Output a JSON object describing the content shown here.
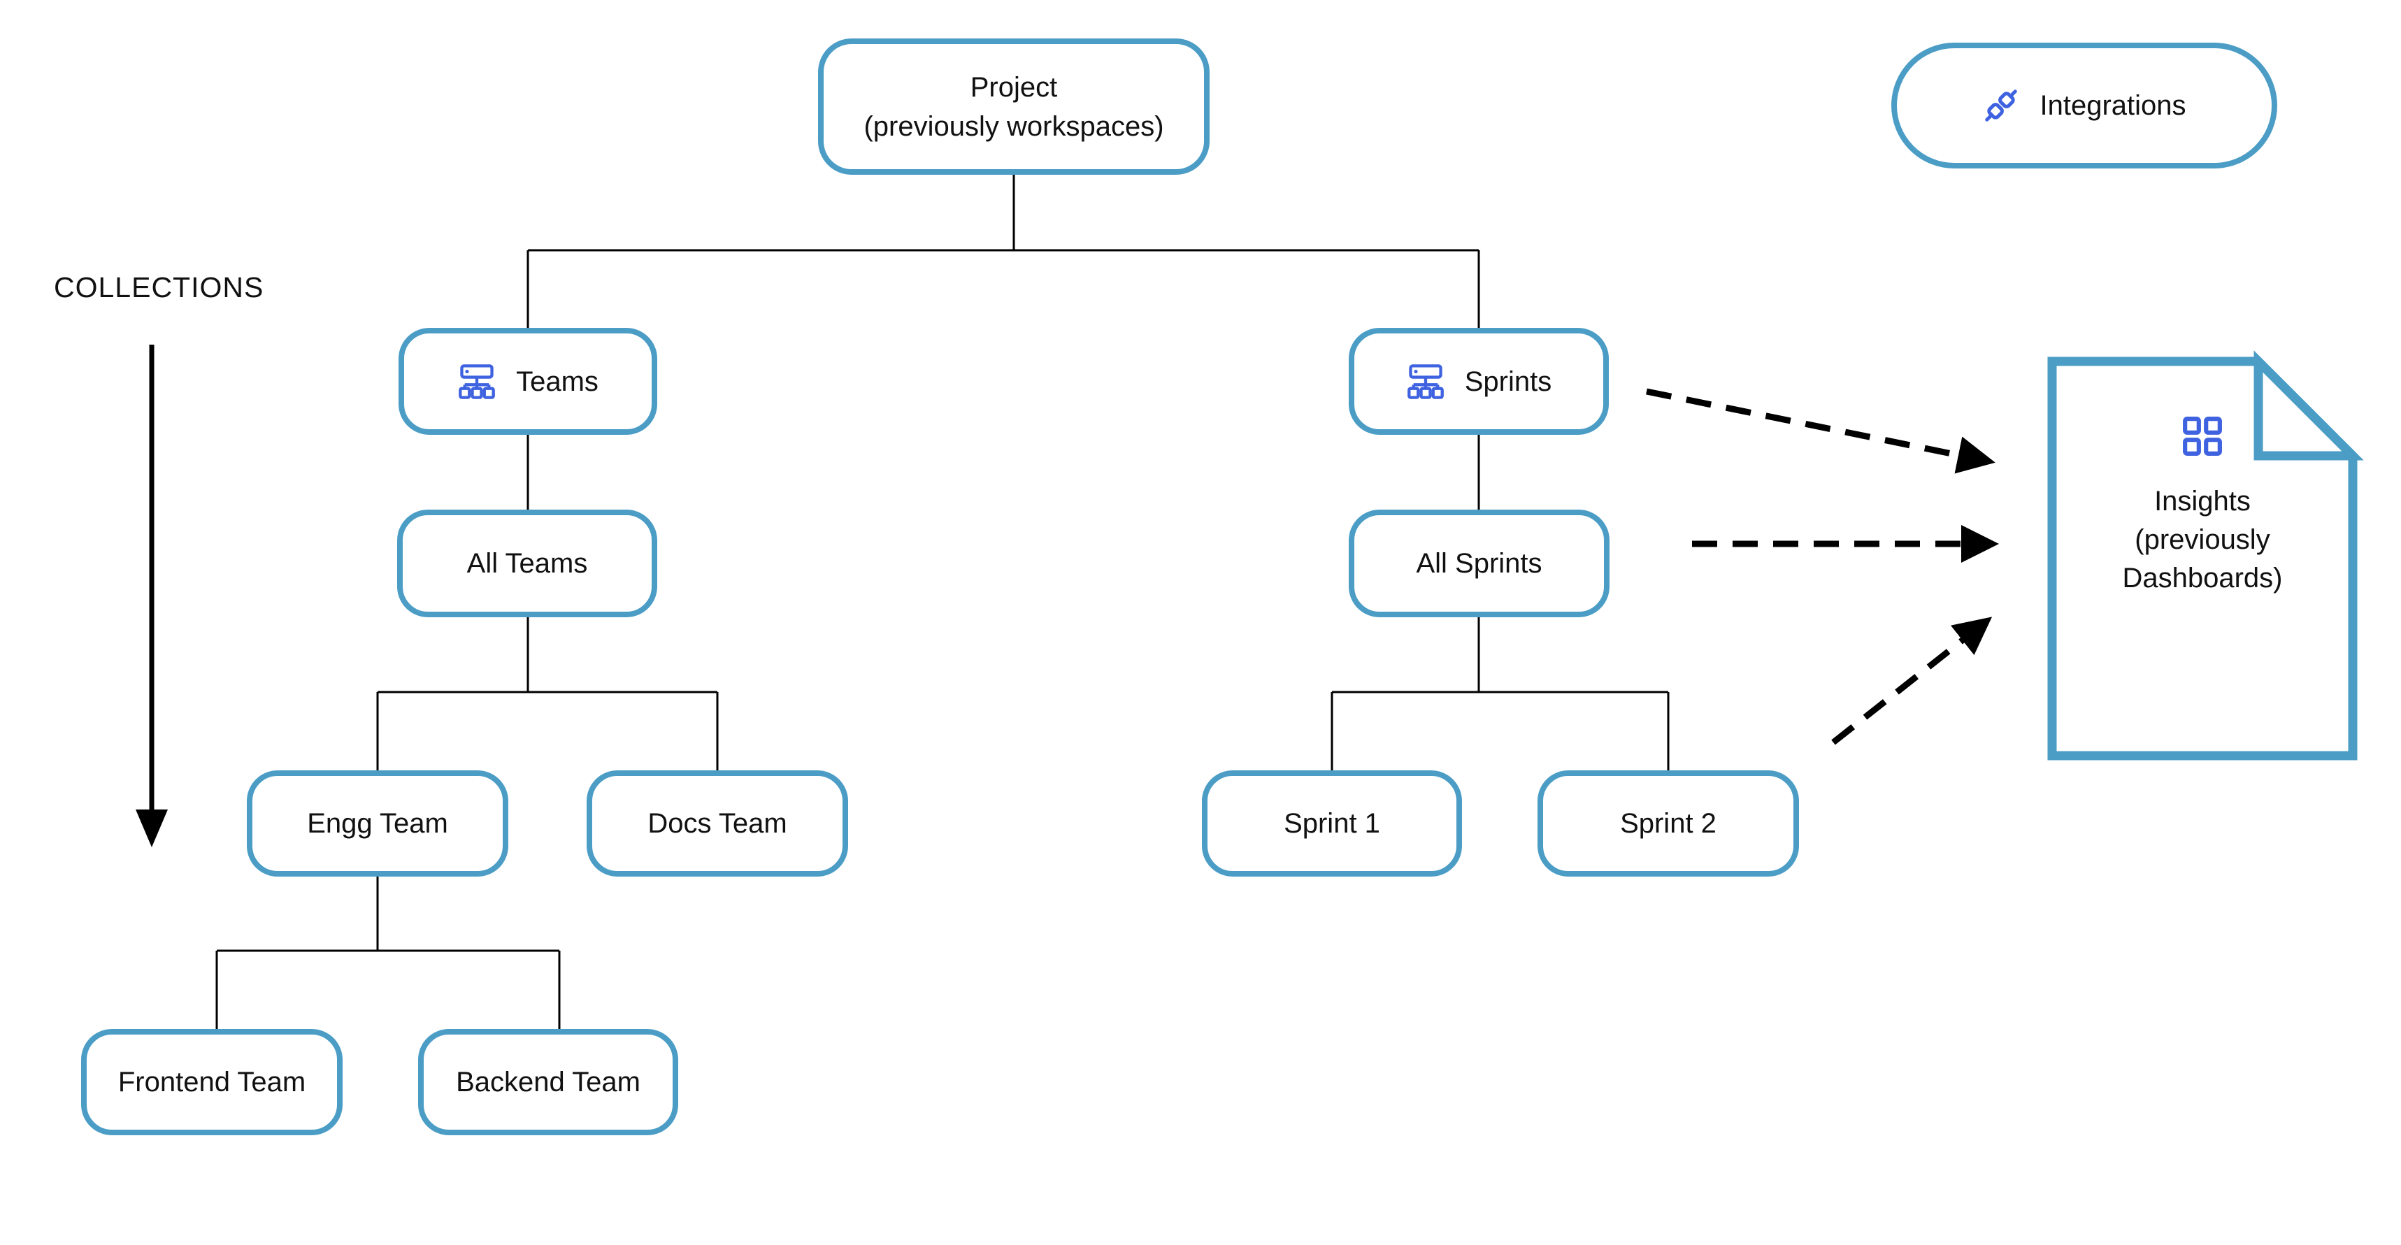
{
  "diagram": {
    "title_hint": "Project structure diagram",
    "collections_label": "COLLECTIONS",
    "colors": {
      "node_border": "#4b9dc6",
      "icon_blue": "#3f63e0",
      "connector": "#000000",
      "text": "#111111",
      "background": "#ffffff"
    },
    "nodes": {
      "project": {
        "line1": "Project",
        "line2": "(previously workspaces)"
      },
      "integrations": {
        "label": "Integrations",
        "icon": "integration-plug-icon"
      },
      "teams": {
        "label": "Teams",
        "icon": "sitemap-icon"
      },
      "sprints": {
        "label": "Sprints",
        "icon": "sitemap-icon"
      },
      "all_teams": {
        "label": "All Teams"
      },
      "all_sprints": {
        "label": "All Sprints"
      },
      "engg_team": {
        "label": "Engg Team"
      },
      "docs_team": {
        "label": "Docs Team"
      },
      "sprint1": {
        "label": "Sprint 1"
      },
      "sprint2": {
        "label": "Sprint 2"
      },
      "frontend_team": {
        "label": "Frontend Team"
      },
      "backend_team": {
        "label": "Backend Team"
      },
      "insights": {
        "line1": "Insights",
        "line2": "(previously",
        "line3": "Dashboards)",
        "icon": "dashboard-grid-icon"
      }
    },
    "edges": [
      {
        "from": "Project",
        "to": "Teams",
        "style": "solid"
      },
      {
        "from": "Project",
        "to": "Sprints",
        "style": "solid"
      },
      {
        "from": "Teams",
        "to": "All Teams",
        "style": "solid"
      },
      {
        "from": "All Teams",
        "to": "Engg Team",
        "style": "solid"
      },
      {
        "from": "All Teams",
        "to": "Docs Team",
        "style": "solid"
      },
      {
        "from": "Engg Team",
        "to": "Frontend Team",
        "style": "solid"
      },
      {
        "from": "Engg Team",
        "to": "Backend Team",
        "style": "solid"
      },
      {
        "from": "Sprints",
        "to": "All Sprints",
        "style": "solid"
      },
      {
        "from": "All Sprints",
        "to": "Sprint 1",
        "style": "solid"
      },
      {
        "from": "All Sprints",
        "to": "Sprint 2",
        "style": "solid"
      },
      {
        "from": "Sprints",
        "to": "Insights",
        "style": "dashed-arrow"
      },
      {
        "from": "All Sprints",
        "to": "Insights",
        "style": "dashed-arrow"
      },
      {
        "from": "Sprint 2",
        "to": "Insights",
        "style": "dashed-arrow"
      }
    ],
    "annotations": [
      {
        "name": "collections-arrow",
        "text": "COLLECTIONS",
        "direction": "down"
      }
    ]
  }
}
